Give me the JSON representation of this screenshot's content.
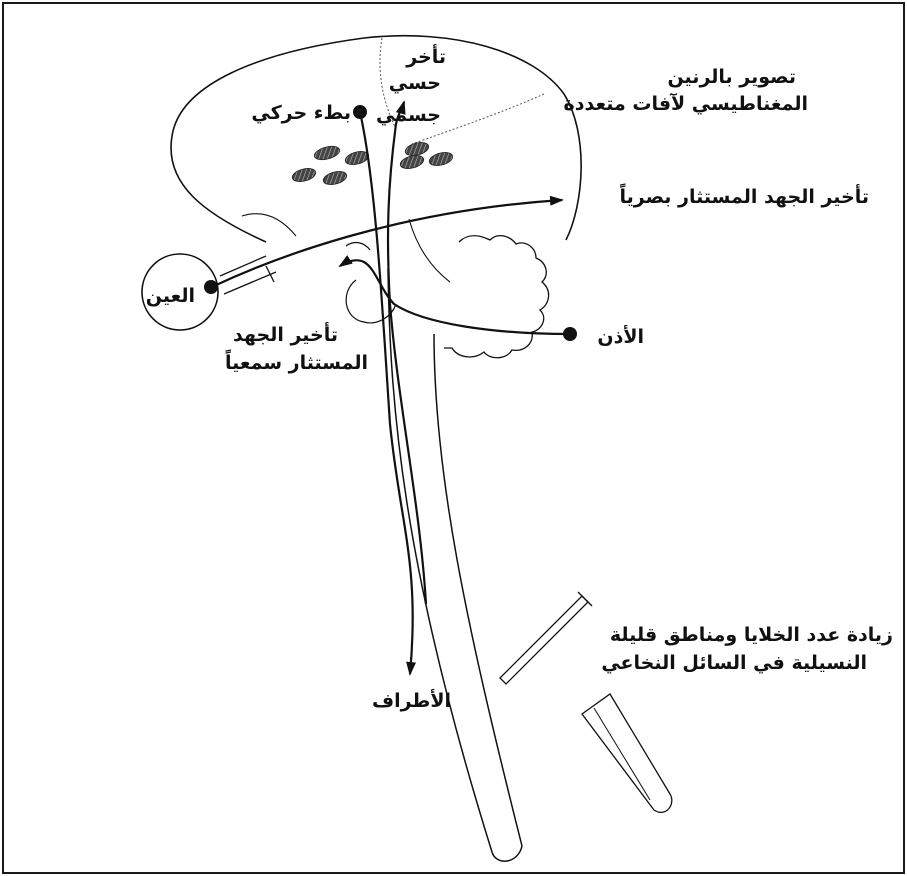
{
  "labels": {
    "sensory_delay": [
      "تأخر",
      "حسي",
      "جسمي"
    ],
    "mri": [
      "تصوير بالرنين",
      "المغناطيسي لآفات متعددة"
    ],
    "motor_slowing": "بطء حركي",
    "visual_evoked": "تأخير الجهد المستثار بصرياً",
    "eye": "العين",
    "ear": "الأذن",
    "auditory_evoked": [
      "تأخير الجهد",
      "المستثار سمعياً"
    ],
    "csf": [
      "زيادة عدد الخلايا ومناطق قليلة",
      "النسيلية في السائل النخاعي"
    ],
    "limbs": "الأطراف"
  },
  "colors": {
    "ink": "#111111",
    "lesion_fill": "#3a3a3a",
    "background": "#ffffff"
  }
}
